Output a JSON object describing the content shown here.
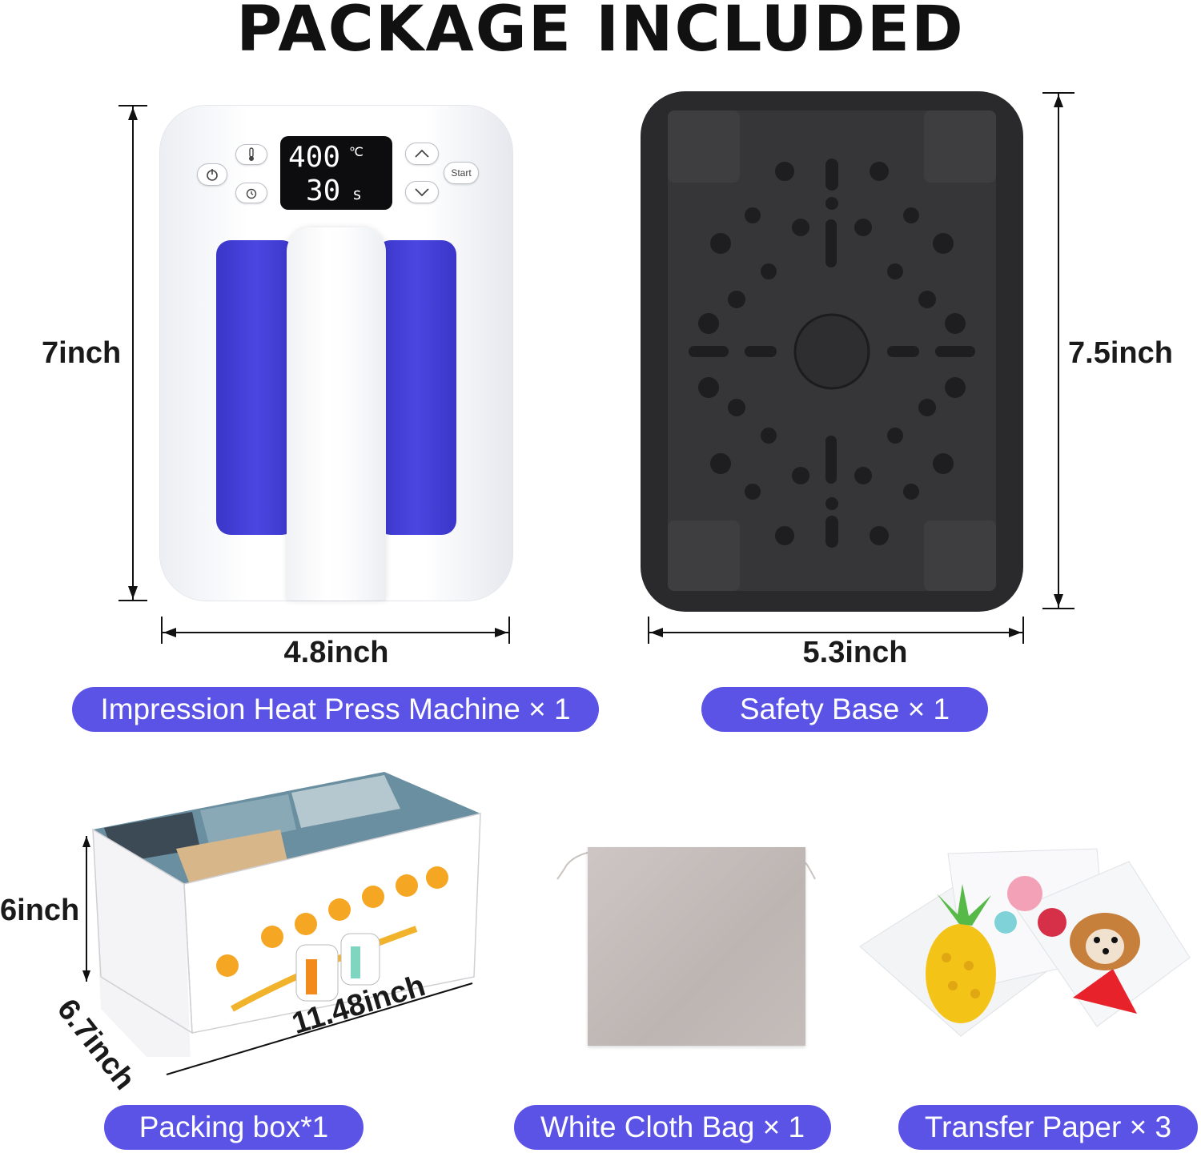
{
  "title": "PACKAGE INCLUDED",
  "machine": {
    "display_temp": "400",
    "display_temp_unit": "℃",
    "display_time": "30",
    "display_time_unit": "s",
    "start_label": "Start",
    "height_label": "7inch",
    "width_label": "4.8inch",
    "caption": "Impression Heat Press Machine × 1"
  },
  "base": {
    "height_label": "7.5inch",
    "width_label": "5.3inch",
    "caption": "Safety Base × 1"
  },
  "box": {
    "height_label": "6inch",
    "depth_label": "6.7inch",
    "length_label": "11.48inch",
    "caption": "Packing box*1"
  },
  "bag": {
    "caption": "White Cloth Bag × 1"
  },
  "paper": {
    "caption": "Transfer Paper × 3"
  },
  "colors": {
    "accent": "#5b53e6",
    "machine_window": "#4b46e0",
    "base_body": "#2a2a2c"
  }
}
